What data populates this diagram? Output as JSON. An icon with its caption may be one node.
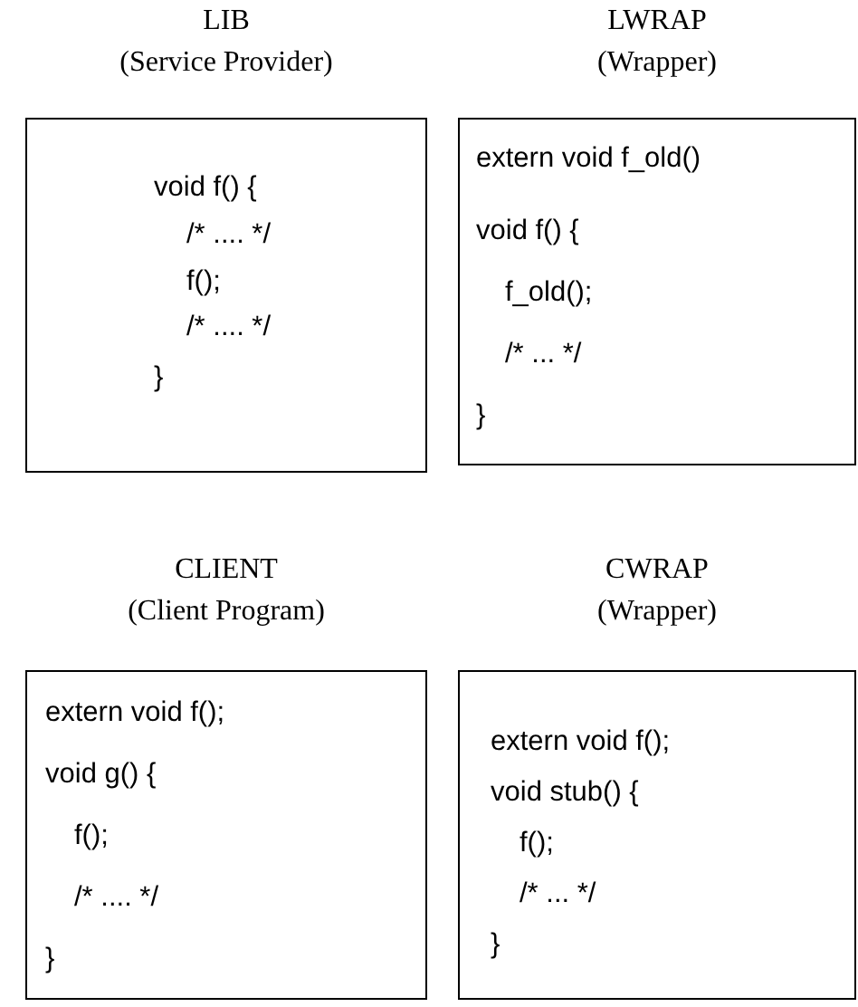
{
  "diagram": {
    "nodes": [
      {
        "text": [
          "LIB",
          "(Service Provider)",
          "void f() {",
          "/* .... */",
          "f();",
          "/* .... */",
          "}"
        ]
      },
      {
        "text": [
          "LWRAP",
          "(Wrapper)",
          "extern void f_old()",
          "void f() {",
          "f_old();",
          "/* ... */",
          "}"
        ]
      },
      {
        "text": [
          "CLIENT",
          "(Client Program)",
          "extern void f();",
          "void g() {",
          "f();",
          "/* .... */",
          "}"
        ]
      },
      {
        "text": [
          "CWRAP",
          "(Wrapper)",
          "extern void f();",
          "void stub() {",
          "f();",
          "/* ... */",
          "}"
        ]
      }
    ]
  }
}
